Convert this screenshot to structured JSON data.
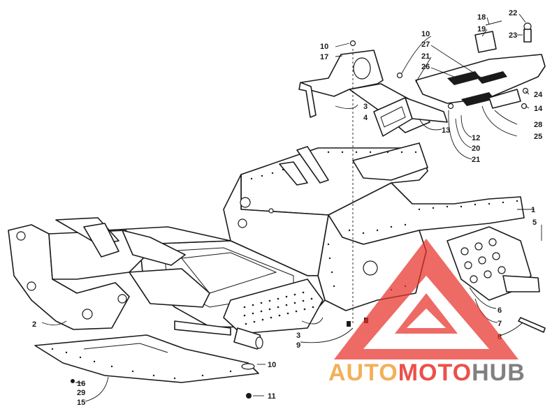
{
  "diagram": {
    "callouts": {
      "c1": "1",
      "c2": "2",
      "c3a": "3",
      "c3b": "3",
      "c4": "4",
      "c5": "5",
      "c6": "6",
      "c7": "7",
      "c8": "8",
      "c9": "9",
      "c10a": "10",
      "c10b": "10",
      "c10c": "10",
      "c11": "11",
      "c12": "12",
      "c13": "13",
      "c14": "14",
      "c15": "15",
      "c16": "16",
      "c17": "17",
      "c18": "18",
      "c19": "19",
      "c20": "20",
      "c21a": "21",
      "c21b": "21",
      "c22": "22",
      "c23": "23",
      "c24": "24",
      "c25": "25",
      "c26": "26",
      "c27": "27",
      "c28": "28",
      "c29": "29"
    }
  },
  "watermark": {
    "part1": "AUTO",
    "part2": "MOTO",
    "part3": "HUB",
    "color_red": "#e8322a",
    "color_orange": "#f2a33a",
    "color_gray": "#6b6b6b"
  }
}
